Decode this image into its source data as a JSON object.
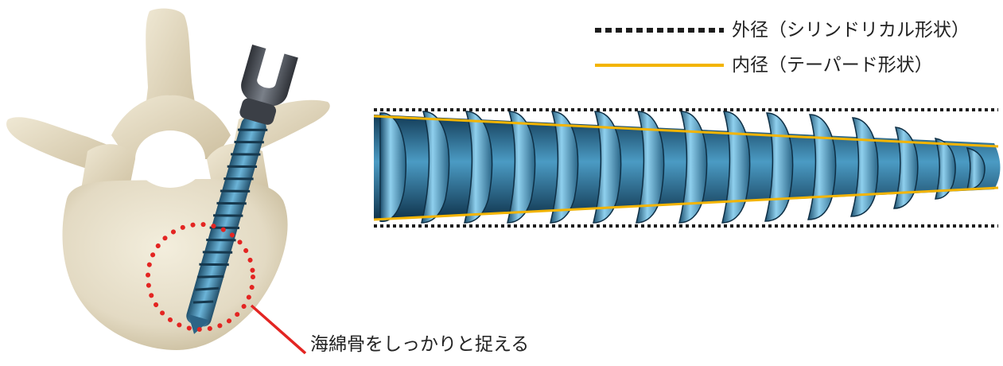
{
  "legend": {
    "outer_label": "外径（シリンドリカル形状）",
    "inner_label": "内径（テーパード形状）"
  },
  "callout": {
    "label": "海綿骨をしっかりと捉える"
  },
  "colors": {
    "dotted_line": "#1c1c1c",
    "taper_line": "#f3b400",
    "callout_circle": "#e32522",
    "bone": "#e6ddc7",
    "screw": "#3a8fb8",
    "screw_head": "#4a4f57"
  },
  "icons": {
    "vertebra": "vertebra-illustration",
    "screw": "pedicle-screw-illustration"
  }
}
